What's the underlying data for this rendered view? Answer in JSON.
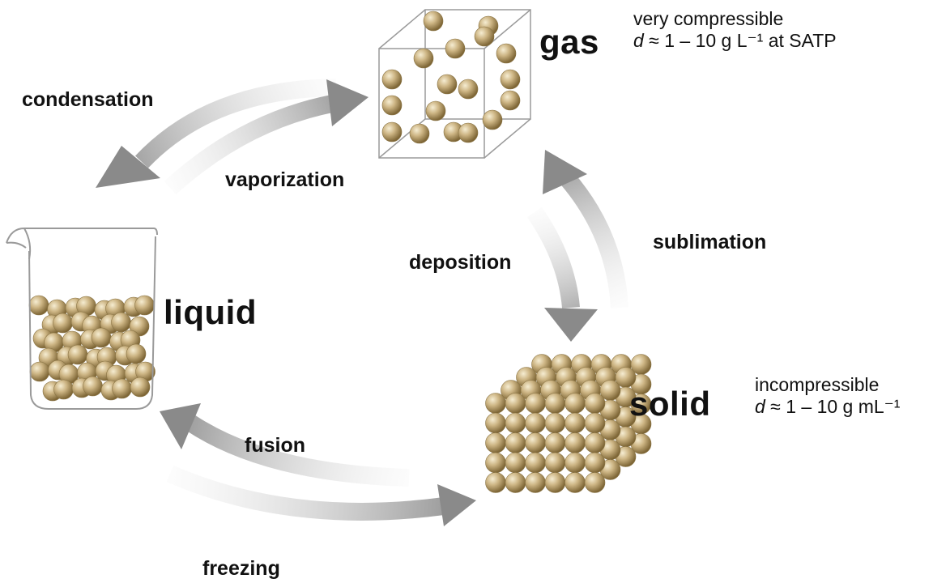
{
  "states": {
    "gas": "gas",
    "liquid": "liquid",
    "solid": "solid"
  },
  "processes": {
    "condensation": "condensation",
    "vaporization": "vaporization",
    "deposition": "deposition",
    "sublimation": "sublimation",
    "fusion": "fusion",
    "freezing": "freezing"
  },
  "properties": {
    "gas": {
      "line1": "very compressible",
      "density_var": "d",
      "density_text": " ≈ 1 – 10 g L⁻¹ at  SATP"
    },
    "solid": {
      "line1": "incompressible",
      "density_var": "d",
      "density_text": " ≈ 1 – 10 g mL⁻¹"
    }
  },
  "colors": {
    "particle": "#b59a5e",
    "particle_highlight": "#f3e8c8",
    "arrow": "#8c8c8c"
  }
}
